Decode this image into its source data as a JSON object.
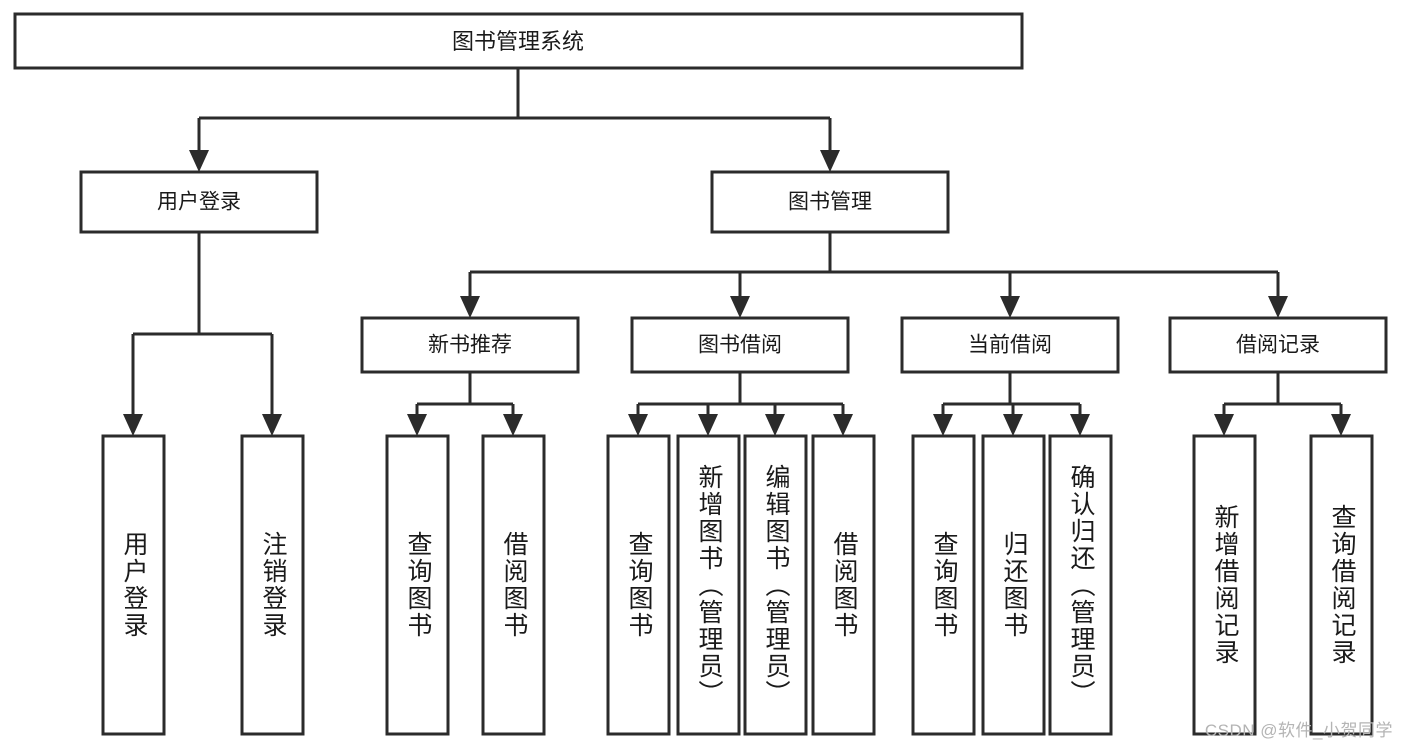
{
  "diagram": {
    "title": "图书管理系统",
    "watermark": "CSDN @软件_小贺同学",
    "colors": {
      "stroke": "#2b2b2b",
      "fill": "#ffffff",
      "text": "#1a1a1a",
      "watermark": "#b4b4b4",
      "background": "#ffffff"
    },
    "root": {
      "label": "图书管理系统"
    },
    "level2": [
      {
        "label": "用户登录"
      },
      {
        "label": "图书管理"
      }
    ],
    "level3": [
      {
        "label": "新书推荐"
      },
      {
        "label": "图书借阅"
      },
      {
        "label": "当前借阅"
      },
      {
        "label": "借阅记录"
      }
    ],
    "leaves": {
      "user_login": [
        {
          "label": "用户登录"
        },
        {
          "label": "注销登录"
        }
      ],
      "new_book_recommend": [
        {
          "label": "查询图书"
        },
        {
          "label": "借阅图书"
        }
      ],
      "book_borrow": [
        {
          "label": "查询图书"
        },
        {
          "label": "新增图书（管理员）"
        },
        {
          "label": "编辑图书（管理员）"
        },
        {
          "label": "借阅图书"
        }
      ],
      "current_borrow": [
        {
          "label": "查询图书"
        },
        {
          "label": "归还图书"
        },
        {
          "label": "确认归还（管理员）"
        }
      ],
      "borrow_record": [
        {
          "label": "新增借阅记录"
        },
        {
          "label": "查询借阅记录"
        }
      ]
    }
  }
}
